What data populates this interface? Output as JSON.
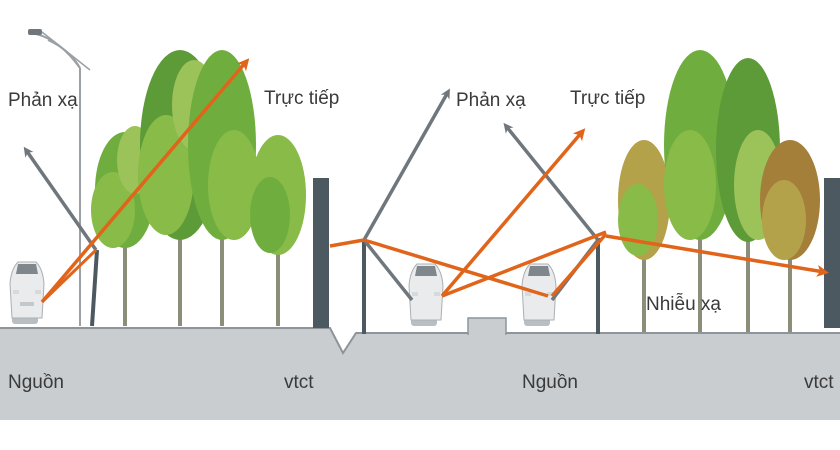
{
  "colors": {
    "ground": "#c9cdd0",
    "ground_edge": "#8d959b",
    "wall": "#4d5961",
    "reflect_arrow": "#6f777d",
    "direct_arrow": "#e0641a",
    "foliage": [
      "#6fae3e",
      "#88bb48",
      "#9cc25a",
      "#5d9a38",
      "#b4a24a",
      "#a37f3a"
    ],
    "trunk": "#8b8f7a",
    "car_body": "#e9ebec",
    "car_shadow": "#b8bec2"
  },
  "icons": {
    "car": "car-icon",
    "tree": "tree-icon",
    "street_lamp": "street-lamp-icon",
    "noise_barrier": "noise-barrier-icon",
    "arrow": "arrow-icon"
  },
  "left_panel": {
    "reflected_label": "Phản xạ",
    "direct_label": "Trực tiếp",
    "source_label": "Nguồn",
    "receiver_label": "vtct"
  },
  "right_panel": {
    "reflected_label": "Phản xạ",
    "direct_label": "Trực tiếp",
    "diffracted_label": "Nhiễu xạ",
    "source_label": "Nguồn",
    "receiver_label": "vtct"
  }
}
